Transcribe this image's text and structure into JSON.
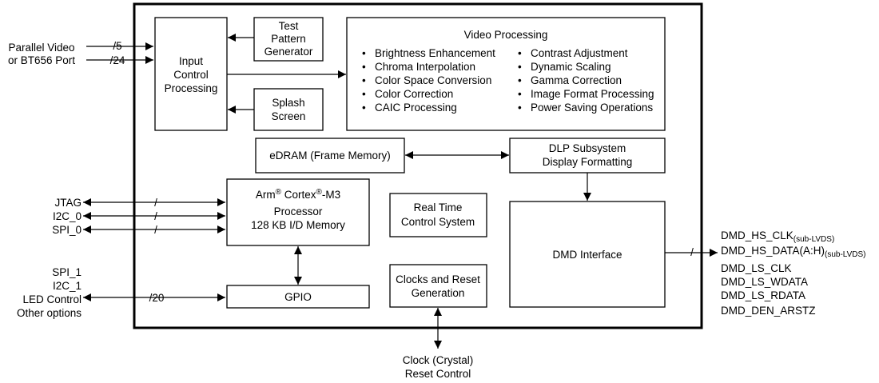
{
  "inputs": {
    "parallel_video": [
      "Parallel Video",
      "or BT656 Port"
    ],
    "bus_5": "/5",
    "bus_24": "/24",
    "jtag": "JTAG",
    "i2c_0": "I2C_0",
    "spi_0": "SPI_0",
    "serial_slash": "/",
    "gpio_group": [
      "SPI_1",
      "I2C_1",
      "LED Control",
      "Other options"
    ],
    "bus_20": "/20",
    "clock_reset": [
      "Clock (Crystal)",
      "Reset Control"
    ]
  },
  "blocks": {
    "input_control": [
      "Input",
      "Control",
      "Processing"
    ],
    "test_pattern": [
      "Test",
      "Pattern",
      "Generator"
    ],
    "splash": [
      "Splash",
      "Screen"
    ],
    "video_processing": {
      "title": "Video Processing",
      "left_items": [
        "Brightness Enhancement",
        "Chroma Interpolation",
        "Color Space Conversion",
        "Color Correction",
        "CAIC Processing"
      ],
      "right_items": [
        "Contrast Adjustment",
        "Dynamic Scaling",
        "Gamma Correction",
        "Image Format Processing",
        "Power Saving Operations"
      ]
    },
    "edram": "eDRAM (Frame Memory)",
    "dlp": [
      "DLP Subsystem",
      "Display Formatting"
    ],
    "processor": {
      "arm": "Arm",
      "reg": "®",
      "cortex": " Cortex",
      "model": "-M3",
      "line2": "Processor",
      "line3": "128 KB I/D Memory"
    },
    "rtc": [
      "Real Time",
      "Control System"
    ],
    "dmd_interface": "DMD Interface",
    "clocks_reset": [
      "Clocks and Reset",
      "Generation"
    ],
    "gpio": "GPIO"
  },
  "outputs": {
    "slash": "/",
    "hs_clk": {
      "main": "DMD_HS_CLK",
      "sub": "(sub-LVDS)"
    },
    "hs_data": {
      "main": "DMD_HS_DATA(A:H)",
      "sub": "(sub-LVDS)"
    },
    "ls_clk": "DMD_LS_CLK",
    "ls_wdata": "DMD_LS_WDATA",
    "ls_rdata": "DMD_LS_RDATA",
    "den_arstz": "DMD_DEN_ARSTZ"
  }
}
